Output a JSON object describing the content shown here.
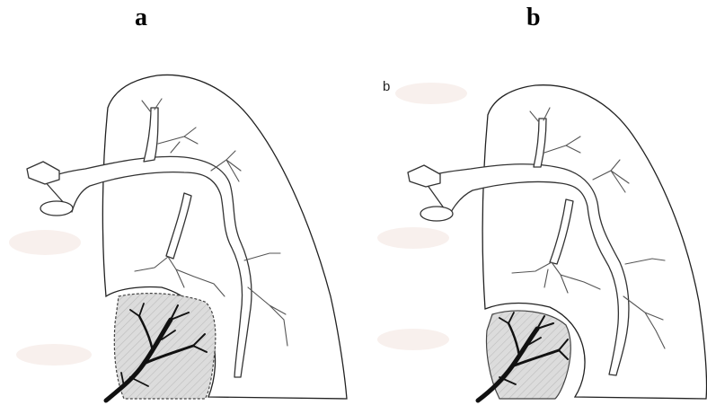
{
  "panels": [
    {
      "id": "a",
      "label": "a"
    },
    {
      "id": "b",
      "label": "b",
      "inner_label": "b"
    }
  ],
  "colors": {
    "line": "#222222",
    "sequestration_fill": "#d9d9d9",
    "feeding_vessel": "#111111"
  }
}
